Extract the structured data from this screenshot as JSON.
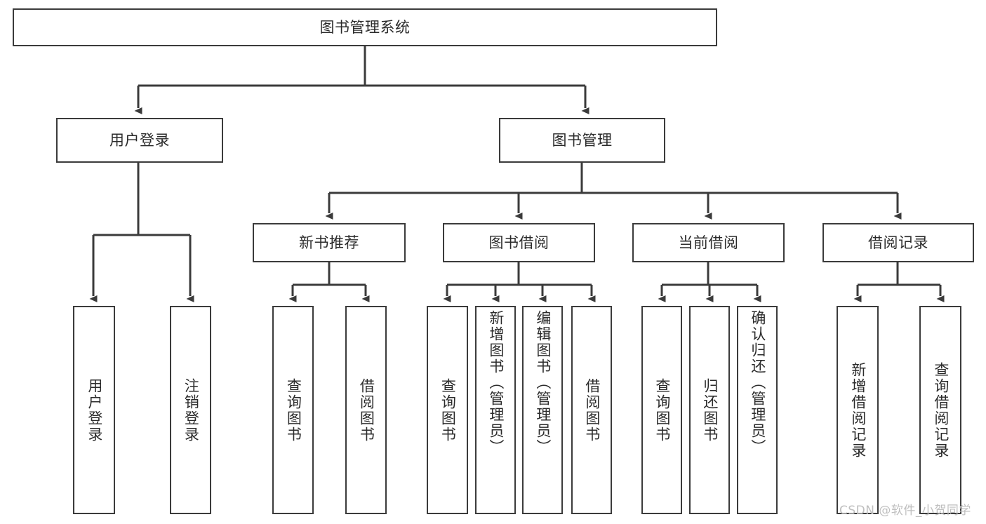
{
  "diagram": {
    "type": "tree-hierarchy",
    "title": "图书管理系统",
    "orientation": "top-down",
    "root": {
      "label": "图书管理系统"
    },
    "level2": [
      {
        "label": "用户登录"
      },
      {
        "label": "图书管理"
      }
    ],
    "level3": [
      {
        "label": "新书推荐"
      },
      {
        "label": "图书借阅"
      },
      {
        "label": "当前借阅"
      },
      {
        "label": "借阅记录"
      }
    ],
    "leaves": {
      "user_login": [
        {
          "label": "用户登录"
        },
        {
          "label": "注销登录"
        }
      ],
      "new_book_recommend": [
        {
          "label": "查询图书"
        },
        {
          "label": "借阅图书"
        }
      ],
      "book_borrow": [
        {
          "label": "查询图书"
        },
        {
          "label": "新增图书（管理员）"
        },
        {
          "label": "编辑图书（管理员）"
        },
        {
          "label": "借阅图书"
        }
      ],
      "current_borrow": [
        {
          "label": "查询图书"
        },
        {
          "label": "归还图书"
        },
        {
          "label": "确认归还（管理员）"
        }
      ],
      "borrow_records": [
        {
          "label": "新增借阅记录"
        },
        {
          "label": "查询借阅记录"
        }
      ]
    }
  },
  "watermark": {
    "text": "CSDN @软件_小贺同学"
  },
  "colors": {
    "stroke": "#3b3b3b",
    "text": "#2b2b2b",
    "background": "#ffffff",
    "watermark": "#bfbfbf"
  }
}
